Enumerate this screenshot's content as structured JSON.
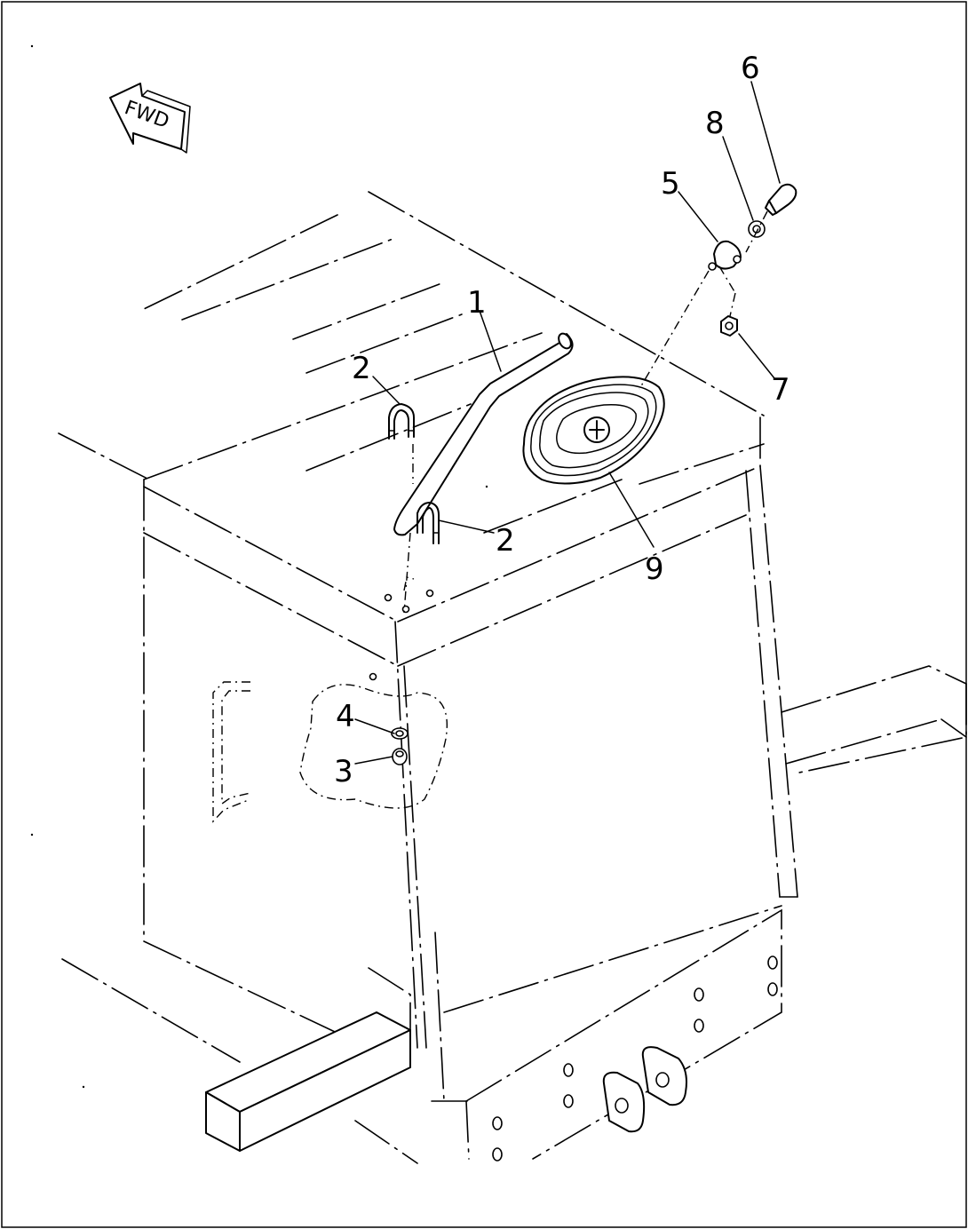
{
  "direction_label": "FWD",
  "callouts": [
    {
      "id": "1",
      "label": "1"
    },
    {
      "id": "2a",
      "label": "2"
    },
    {
      "id": "2b",
      "label": "2"
    },
    {
      "id": "3",
      "label": "3"
    },
    {
      "id": "4",
      "label": "4"
    },
    {
      "id": "5",
      "label": "5"
    },
    {
      "id": "6",
      "label": "6"
    },
    {
      "id": "7",
      "label": "7"
    },
    {
      "id": "8",
      "label": "8"
    },
    {
      "id": "9",
      "label": "9"
    }
  ]
}
